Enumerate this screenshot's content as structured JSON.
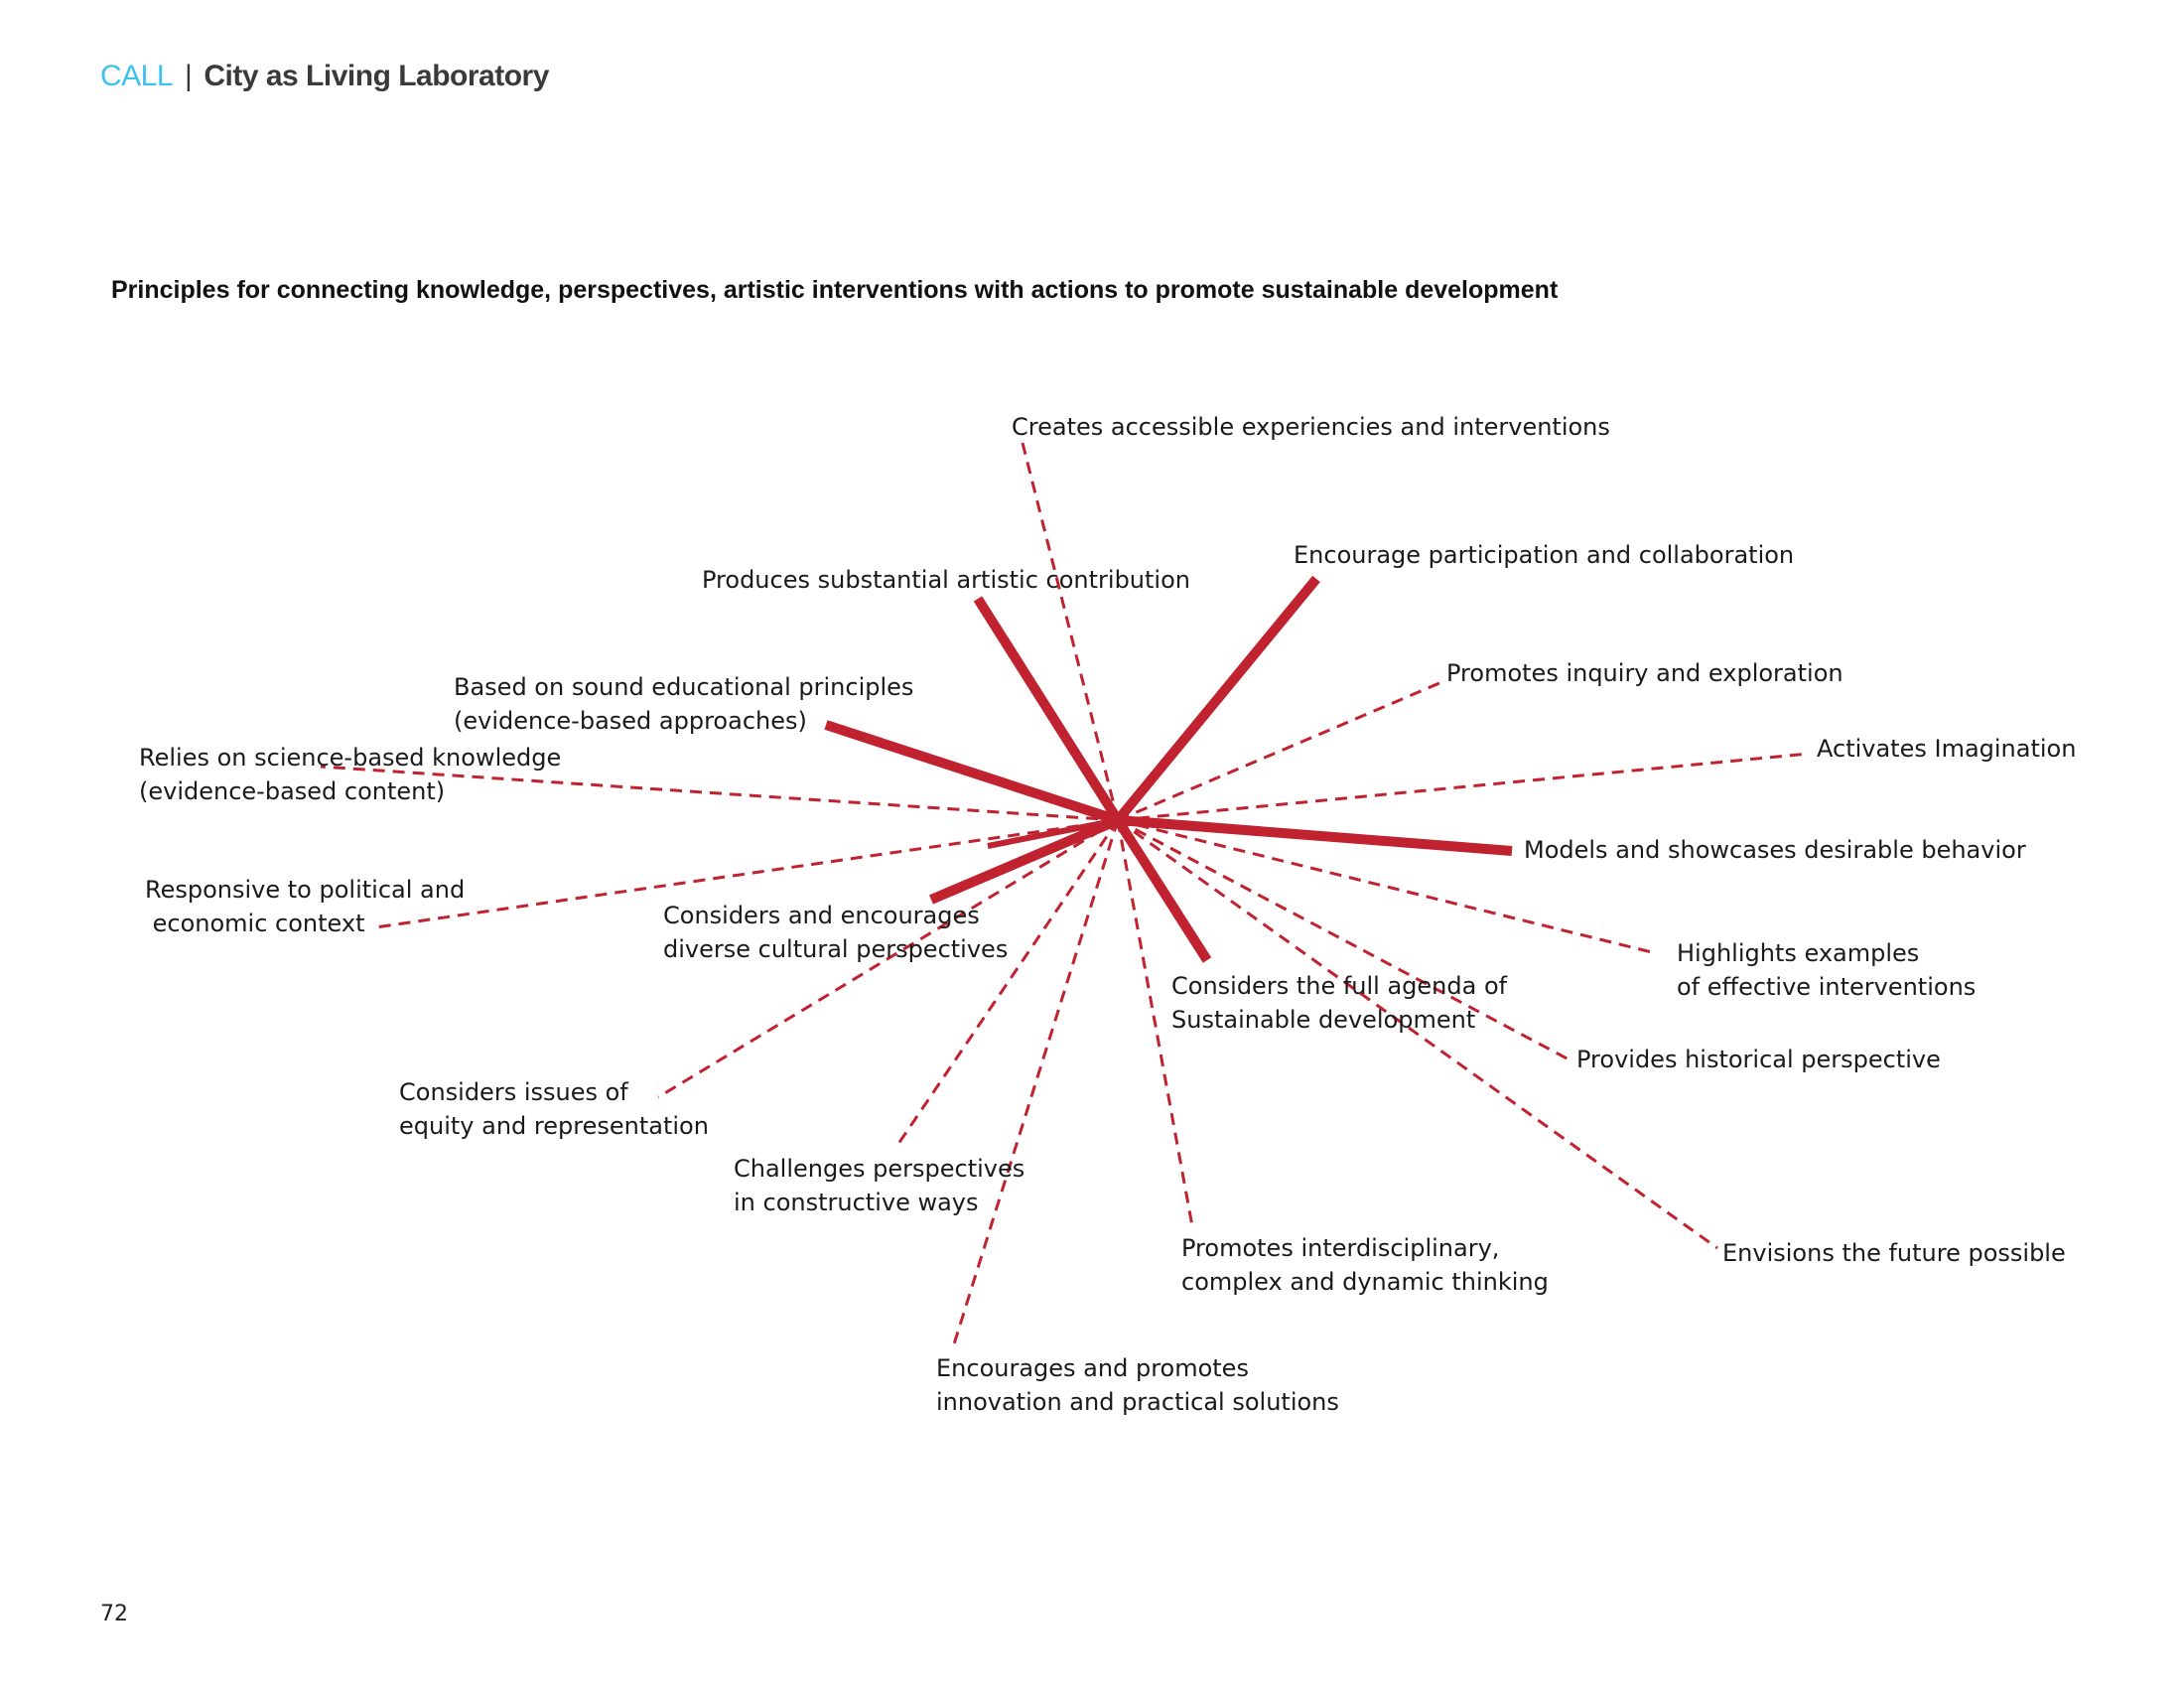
{
  "header": {
    "brand": "CALL",
    "separator": "|",
    "subtitle": "City as Living Laboratory"
  },
  "diagram": {
    "title": "Principles for connecting knowledge, perspectives, artistic interventions with actions to promote sustainable development",
    "line_color": "#c0222f",
    "nodes": [
      {
        "id": "accessible",
        "lines": [
          "Creates accessible experiencies and interventions"
        ],
        "style": "dashed"
      },
      {
        "id": "artistic",
        "lines": [
          "Produces substantial artistic contribution"
        ],
        "style": "solid"
      },
      {
        "id": "participation",
        "lines": [
          "Encourage participation and collaboration"
        ],
        "style": "solid"
      },
      {
        "id": "inquiry",
        "lines": [
          "Promotes inquiry and exploration"
        ],
        "style": "dashed"
      },
      {
        "id": "imagination",
        "lines": [
          "Activates Imagination"
        ],
        "style": "dashed"
      },
      {
        "id": "educational",
        "lines": [
          "Based on sound educational principles",
          "(evidence-based approaches)"
        ],
        "style": "solid"
      },
      {
        "id": "science",
        "lines": [
          "Relies on science-based knowledge",
          "(evidence-based content)"
        ],
        "style": "dashed"
      },
      {
        "id": "models",
        "lines": [
          "Models and showcases desirable behavior"
        ],
        "style": "solid"
      },
      {
        "id": "political",
        "lines": [
          "Responsive to political and",
          " economic context"
        ],
        "style": "dashed"
      },
      {
        "id": "cultural",
        "lines": [
          "Considers and encourages",
          "diverse cultural perspectives"
        ],
        "style": "solid"
      },
      {
        "id": "examples",
        "lines": [
          "Highlights examples",
          "of effective interventions"
        ],
        "style": "dashed"
      },
      {
        "id": "agenda",
        "lines": [
          "Considers the full agenda of",
          "Sustainable development"
        ],
        "style": "solid"
      },
      {
        "id": "historical",
        "lines": [
          "Provides historical perspective"
        ],
        "style": "dashed"
      },
      {
        "id": "equity",
        "lines": [
          "Considers issues of",
          "equity and representation"
        ],
        "style": "dashed"
      },
      {
        "id": "challenges",
        "lines": [
          "Challenges perspectives",
          "in constructive ways"
        ],
        "style": "dashed"
      },
      {
        "id": "interdisciplinary",
        "lines": [
          "Promotes interdisciplinary,",
          "complex and dynamic thinking"
        ],
        "style": "dashed"
      },
      {
        "id": "future",
        "lines": [
          "Envisions the future possible"
        ],
        "style": "dashed"
      },
      {
        "id": "innovation",
        "lines": [
          "Encourages and promotes",
          "innovation and practical solutions"
        ],
        "style": "dashed"
      }
    ]
  },
  "page_number": "72"
}
